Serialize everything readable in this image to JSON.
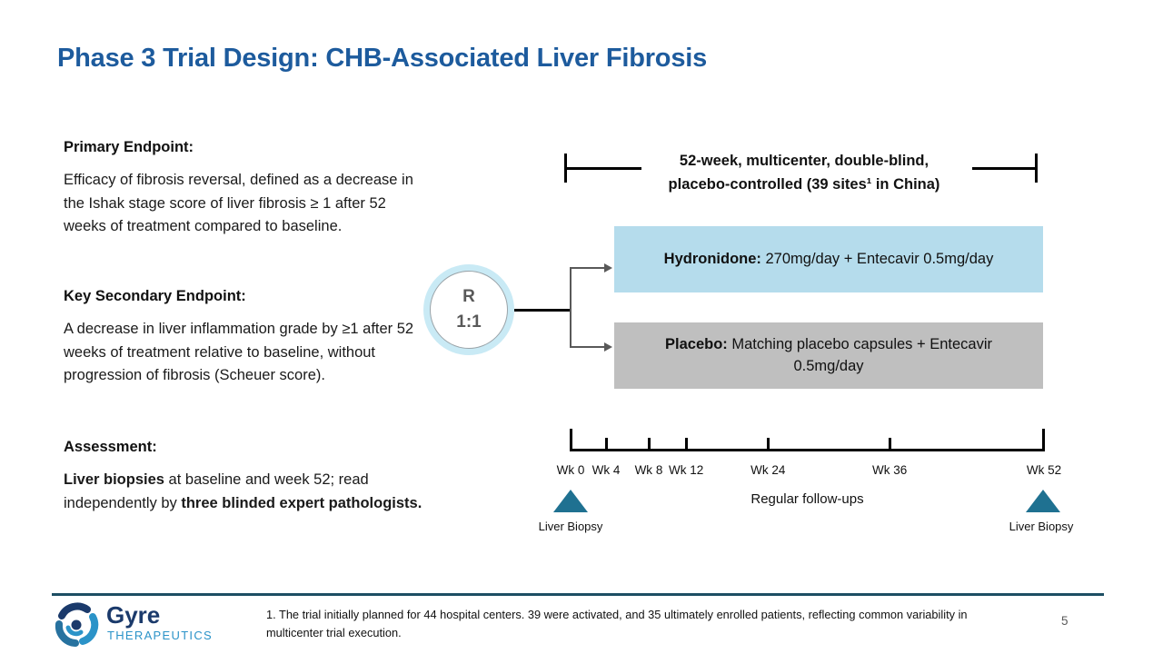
{
  "slide": {
    "title": "Phase 3 Trial Design: CHB-Associated Liver Fibrosis"
  },
  "endpoints": {
    "primary": {
      "heading": "Primary Endpoint:",
      "body": "Efficacy of fibrosis reversal, defined as a decrease in the Ishak stage score of liver fibrosis ≥ 1 after 52 weeks of treatment compared to baseline."
    },
    "secondary": {
      "heading": "Key Secondary Endpoint:",
      "body": "A decrease in liver inflammation grade by ≥1 after 52 weeks of treatment relative to baseline, without progression of fibrosis (Scheuer score)."
    },
    "assessment": {
      "heading": "Assessment:",
      "bold1": "Liver biopsies",
      "mid": " at baseline and week 52; read independently by ",
      "bold2": "three blinded expert pathologists."
    }
  },
  "design": {
    "bracket_line1": "52-week, multicenter, double-blind,",
    "bracket_line2": "placebo-controlled (39 sites¹ in China)",
    "randomization": {
      "letter": "R",
      "ratio": "1:1"
    },
    "arms": [
      {
        "name_bold": "Hydronidone:",
        "rest": " 270mg/day + Entecavir 0.5mg/day"
      },
      {
        "name_bold": "Placebo:",
        "rest": " Matching placebo capsules + Entecavir 0.5mg/day"
      }
    ]
  },
  "timeline": {
    "ticks": [
      "Wk 0",
      "Wk 4",
      "Wk 8",
      "Wk 12",
      "Wk 24",
      "Wk 36",
      "Wk 52"
    ],
    "followups_label": "Regular follow-ups",
    "biopsy_left_label": "Liver Biopsy",
    "biopsy_right_label": "Liver Biopsy"
  },
  "footer": {
    "logo_name": "Gyre",
    "logo_sub": "THERAPEUTICS",
    "footnote": "1. The trial initially planned for 44 hospital centers. 39 were activated, and 35 ultimately enrolled patients, reflecting common variability in multicenter trial execution.",
    "page_number": "5"
  },
  "colors": {
    "title_blue": "#1d5b9d",
    "treatment_box_blue": "#b5dcec",
    "placebo_box_gray": "#bfbfbf",
    "randomization_ring_blue": "#c9eaf5",
    "biopsy_marker_teal": "#1f7191",
    "footer_rule_teal": "#1d4e63",
    "logo_navy": "#1b3a6b",
    "logo_blue": "#2b93c8",
    "connector_gray": "#595959"
  }
}
